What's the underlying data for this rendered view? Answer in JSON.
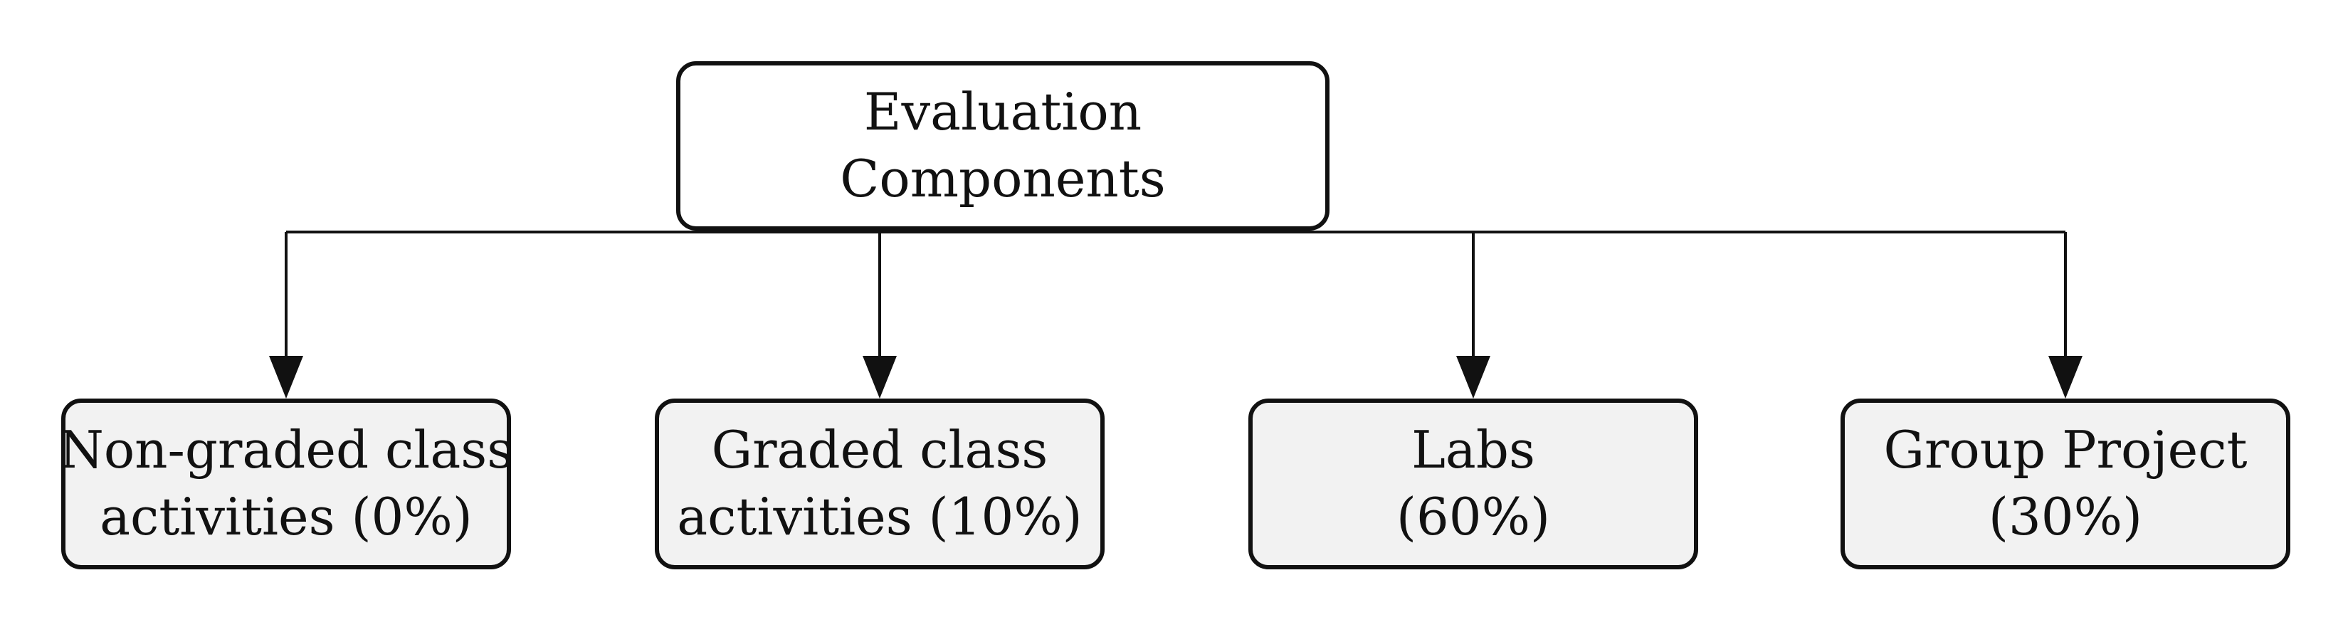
{
  "root": {
    "line1": "Evaluation",
    "line2": "Components"
  },
  "children": [
    {
      "line1": "Non-graded class",
      "line2": "activities (0%)"
    },
    {
      "line1": "Graded class",
      "line2": "activities (10%)"
    },
    {
      "line1": "Labs",
      "line2": "(60%)"
    },
    {
      "line1": "Group Project",
      "line2": "(30%)"
    }
  ],
  "colors": {
    "stroke": "#111111",
    "child_fill": "#f2f2f2",
    "root_fill": "#ffffff"
  }
}
